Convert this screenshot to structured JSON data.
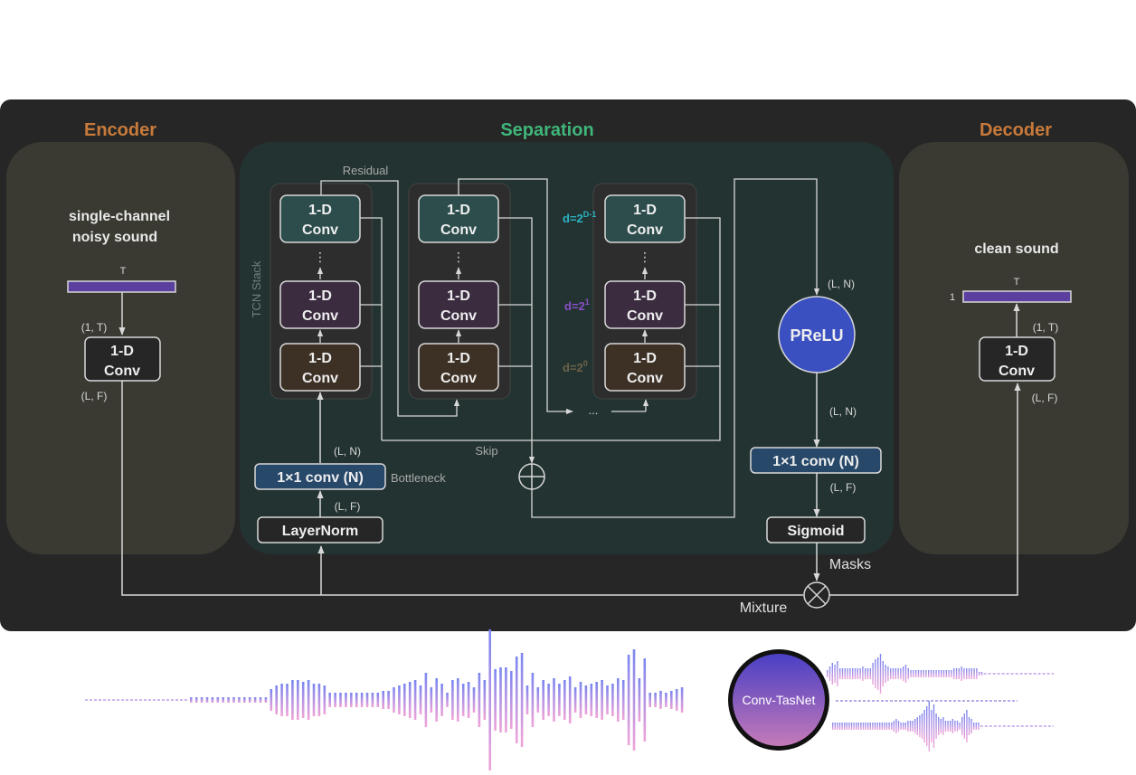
{
  "sections": {
    "encoder": "Encoder",
    "separation": "Separation",
    "decoder": "Decoder"
  },
  "encoder": {
    "input_line1": "single-channel",
    "input_line2": "noisy sound",
    "t_label": "T",
    "shape_in": "(1, T)",
    "conv_line1": "1-D",
    "conv_line2": "Conv",
    "shape_out": "(L, F)"
  },
  "separation": {
    "residual": "Residual",
    "skip": "Skip",
    "tcn_stack": "TCN Stack",
    "conv_line1": "1-D",
    "conv_line2": "Conv",
    "vdots": "⋮",
    "dilation_top_base": "d=2",
    "dilation_top_exp": "D-1",
    "dilation_mid_base": "d=2",
    "dilation_mid_exp": "1",
    "dilation_bot_base": "d=2",
    "dilation_bot_exp": "0",
    "ellipsis": "...",
    "bottleneck_block": "1×1 conv (N)",
    "bottleneck_label": "Bottleneck",
    "layernorm": "LayerNorm",
    "shape_ln": "(L, F)",
    "shape_bn": "(L, N)",
    "shape_prelu_in": "(L, N)",
    "prelu": "PReLU",
    "shape_prelu_out": "(L, N)",
    "conv_out": "1×1 conv (N)",
    "shape_conv_out": "(L, F)",
    "sigmoid": "Sigmoid",
    "masks": "Masks",
    "mixture": "Mixture"
  },
  "decoder": {
    "output_label": "clean sound",
    "t_label": "T",
    "one_label": "1",
    "shape_out": "(1, T)",
    "conv_line1": "1-D",
    "conv_line2": "Conv",
    "shape_in": "(L, F)"
  },
  "banner": {
    "model_name": "Conv-TasNet"
  },
  "colors": {
    "panel": "#262626",
    "encoder_title": "#c87a3a",
    "separation_title": "#3fb67a",
    "decoder_title": "#c87a3a",
    "conv_teal": "#2c4d4c",
    "conv_purple": "#3b2c40",
    "conv_brown": "#3d3126",
    "dilation_top": "#2ab3c4",
    "dilation_mid": "#8a4fc8",
    "dilation_bot": "#6d6248",
    "block_blue": "#274869",
    "prelu": "#3a4fc0",
    "wave_top": "#7b86f0",
    "wave_bottom": "#f0a4d8",
    "badge_top": "#4a3fc4",
    "badge_bottom": "#c47ab8"
  }
}
